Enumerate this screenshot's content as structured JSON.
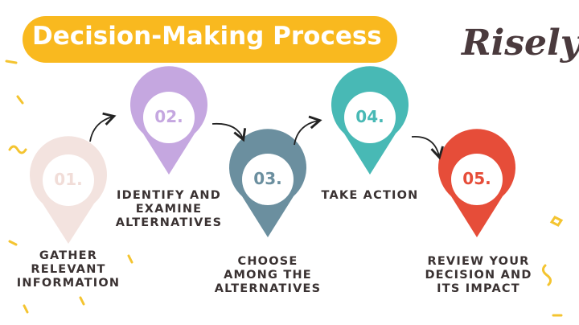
{
  "title": "Decision-Making Process",
  "brand": "Risely",
  "colors": {
    "title_bg": "#f9b91f",
    "step1": "#f3e3df",
    "step2": "#c5a7e0",
    "step3": "#6b8f9f",
    "step4": "#48b9b5",
    "step5": "#e64d39",
    "confetti": "#f4c430"
  },
  "steps": [
    {
      "number": "01.",
      "label_lines": [
        "GATHER",
        "RELEVANT",
        "INFORMATION"
      ]
    },
    {
      "number": "02.",
      "label_lines": [
        "IDENTIFY AND",
        "EXAMINE",
        "ALTERNATIVES"
      ]
    },
    {
      "number": "03.",
      "label_lines": [
        "CHOOSE",
        "AMONG THE",
        "ALTERNATIVES"
      ]
    },
    {
      "number": "04.",
      "label_lines": [
        "TAKE ACTION"
      ]
    },
    {
      "number": "05.",
      "label_lines": [
        "REVIEW YOUR",
        "DECISION AND",
        "ITS IMPACT"
      ]
    }
  ]
}
